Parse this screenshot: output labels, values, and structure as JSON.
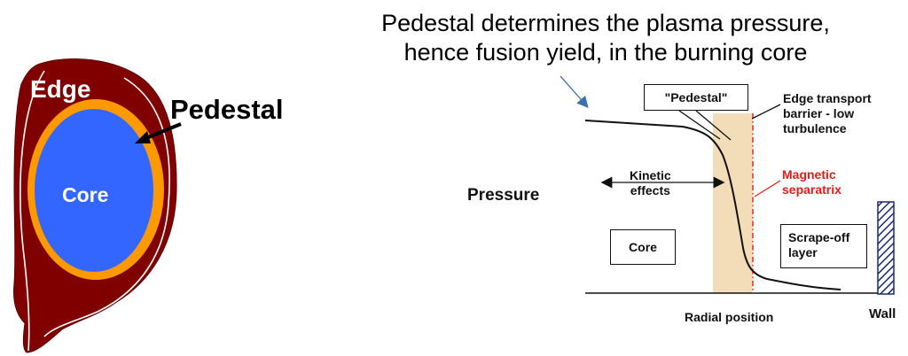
{
  "left_diagram": {
    "edge_label": "Edge",
    "core_label": "Core",
    "pedestal_label": "Pedestal",
    "colors": {
      "edge": "#800000",
      "pedestal": "#ff9900",
      "core": "#3366ff"
    }
  },
  "right_diagram": {
    "headline": "Pedestal determines the plasma pressure, hence fusion yield, in the burning core",
    "y_label": "Pressure",
    "x_label": "Radial position",
    "pedestal_box": "\"Pedestal\"",
    "edge_transport_barrier": "Edge transport barrier - low turbulence",
    "kinetic_effects": "Kinetic\neffects",
    "magnetic_separatrix": "Magnetic\nseparatrix",
    "core_box": "Core",
    "scrape_off_layer": "Scrape-off\nlayer",
    "wall_label": "Wall",
    "colors": {
      "pedestal_band": "#f3dcb8",
      "separatrix": "#e31b1b",
      "arrow": "#3a6fb0"
    }
  }
}
